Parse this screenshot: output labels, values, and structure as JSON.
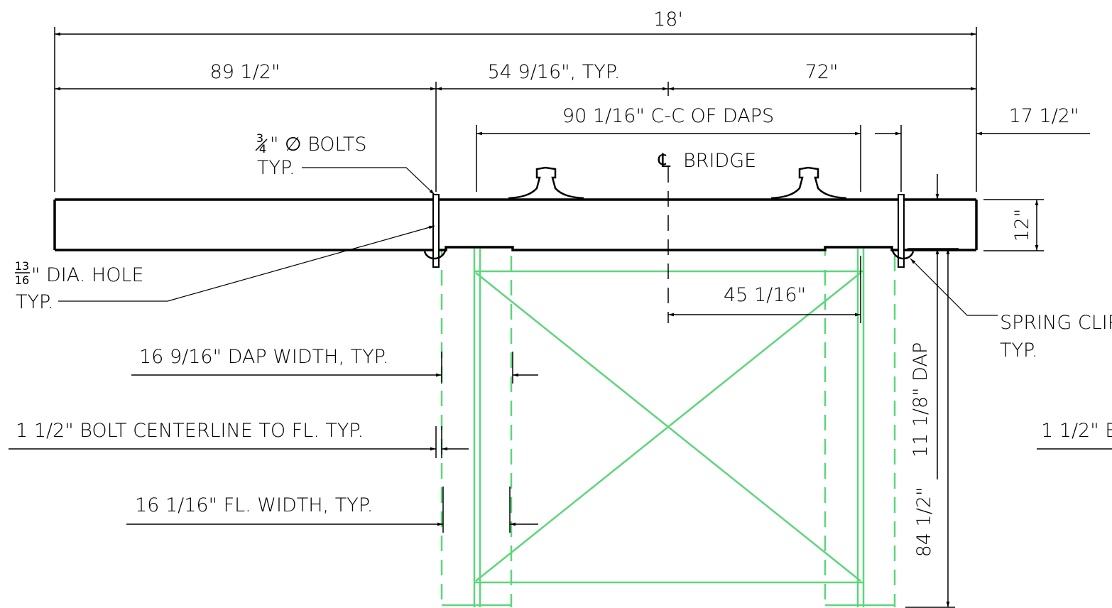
{
  "dimensions": {
    "overall_width": "18'",
    "left_overhang": "89 1/2\"",
    "bolt_to_centerline": "54 9/16\", TYP.",
    "right_part": "72\"",
    "daps_cc": "90 1/16\" C-C OF DAPS",
    "right_overhang": "17 1/2\"",
    "tie_depth": "12\"",
    "centerline_to_dap": "45 1/16\"",
    "dap_depth": "11 1/8\" DAP",
    "girder_height": "84 1/2\"",
    "dap_width": "16 9/16\" DAP WIDTH, TYP.",
    "bolt_to_flange": "1 1/2\" BOLT CENTERLINE TO FL. TYP.",
    "bolt_to_flange_right": "1 1/2\" B",
    "flange_width": "16 1/16\" FL. WIDTH, TYP."
  },
  "notes": {
    "bolts_fraction_num": "3",
    "bolts_fraction_den": "4",
    "bolts_line1": "\" ∅ BOLTS",
    "bolts_line2": "TYP.",
    "hole_fraction_num": "13",
    "hole_fraction_den": "16",
    "hole_line1": "\" DIA. HOLE",
    "hole_line2": "TYP.",
    "spring_clip_line1": "SPRING CLIP",
    "spring_clip_line2": "TYP.",
    "centerline_symbol": "℄",
    "centerline_label": "BRIDGE"
  },
  "colors": {
    "linework": "#000000",
    "steel_girder": "#5cd67a"
  }
}
